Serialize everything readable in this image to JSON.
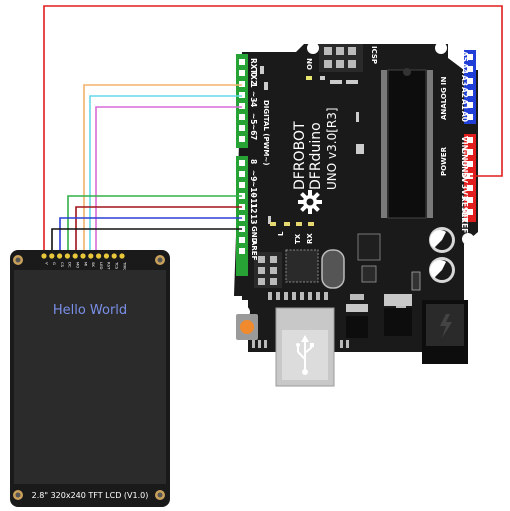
{
  "arduino": {
    "brand": "DFROBOT",
    "model": "DFRduino",
    "version": "UNO v3.0[R3]",
    "icsp_label": "ICSP",
    "on_label": "ON",
    "l_label": "L",
    "tx_label": "TX",
    "rx_label": "RX",
    "power_label": "POWER",
    "analog_label": "ANALOG IN",
    "digital_label": "DIGITAL (PWM~)",
    "aref_label": "AREF",
    "gnd_top_label": "GND",
    "digital_pins": [
      "RX 0",
      "TX 1",
      "2",
      "~3",
      "4",
      "~5",
      "~6",
      "7",
      "8",
      "~9",
      "~10",
      "~11",
      "12",
      "13"
    ],
    "analog_pins": [
      "A5",
      "A4",
      "A3",
      "A2",
      "A1",
      "A0"
    ],
    "power_pins": [
      "VIN",
      "GND",
      "GND",
      "5V",
      "3V3",
      "RESET",
      "IOREF"
    ]
  },
  "lcd": {
    "screen_text": "Hello World",
    "caption": "2.8\" 320x240 TFT LCD (V1.0)",
    "pin_labels": [
      "V",
      "G",
      "CS",
      "DC",
      "MO",
      "MI",
      "SK",
      "LED",
      "RST",
      "TCS",
      "TIRQ"
    ]
  },
  "colors": {
    "board": "#1a1a1a",
    "header_green": "#27a336",
    "header_blue": "#1f3fd6",
    "header_red": "#e11d1d",
    "wire_red": "#e11d1d",
    "wire_orange": "#f2b36b",
    "wire_cyan": "#66d9e8",
    "wire_magenta": "#d86ad8",
    "wire_green": "#32b04a",
    "wire_darkred": "#a0131a",
    "wire_blue": "#2c3fd6",
    "wire_black": "#111111",
    "lcd_screen": "#2b2b2b",
    "lcd_text": "#7a8fe8"
  }
}
